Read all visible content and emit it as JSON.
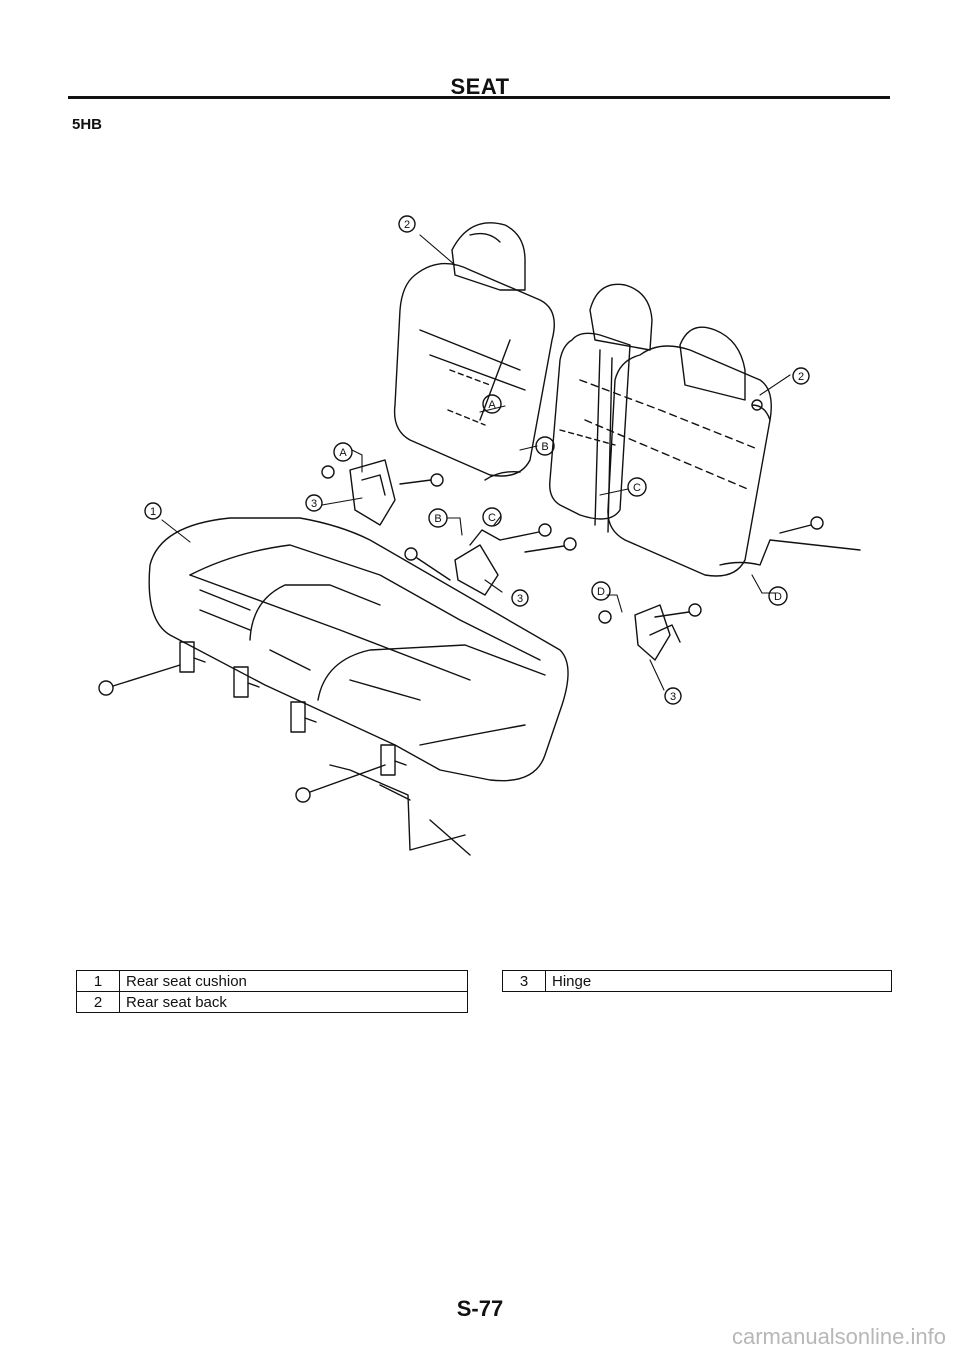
{
  "header": {
    "title": "SEAT",
    "section_code": "5HB"
  },
  "figure": {
    "callouts": [
      {
        "id": "c-2-left",
        "label": "2"
      },
      {
        "id": "c-2-right",
        "label": "2"
      },
      {
        "id": "c-1",
        "label": "1"
      },
      {
        "id": "c-3-a",
        "label": "3"
      },
      {
        "id": "c-3-b",
        "label": "3"
      },
      {
        "id": "c-3-d",
        "label": "3"
      },
      {
        "id": "c-A-1",
        "label": "A"
      },
      {
        "id": "c-A-2",
        "label": "A"
      },
      {
        "id": "c-B-1",
        "label": "B"
      },
      {
        "id": "c-B-2",
        "label": "B"
      },
      {
        "id": "c-C-1",
        "label": "C"
      },
      {
        "id": "c-C-2",
        "label": "C"
      },
      {
        "id": "c-D-1",
        "label": "D"
      },
      {
        "id": "c-D-2",
        "label": "D"
      }
    ]
  },
  "legend": {
    "left": [
      {
        "num": "1",
        "text": "Rear seat cushion"
      },
      {
        "num": "2",
        "text": "Rear seat back"
      }
    ],
    "right": [
      {
        "num": "3",
        "text": "Hinge"
      }
    ]
  },
  "footer": {
    "page_number": "S-77",
    "watermark": "carmanualsonline.info"
  }
}
